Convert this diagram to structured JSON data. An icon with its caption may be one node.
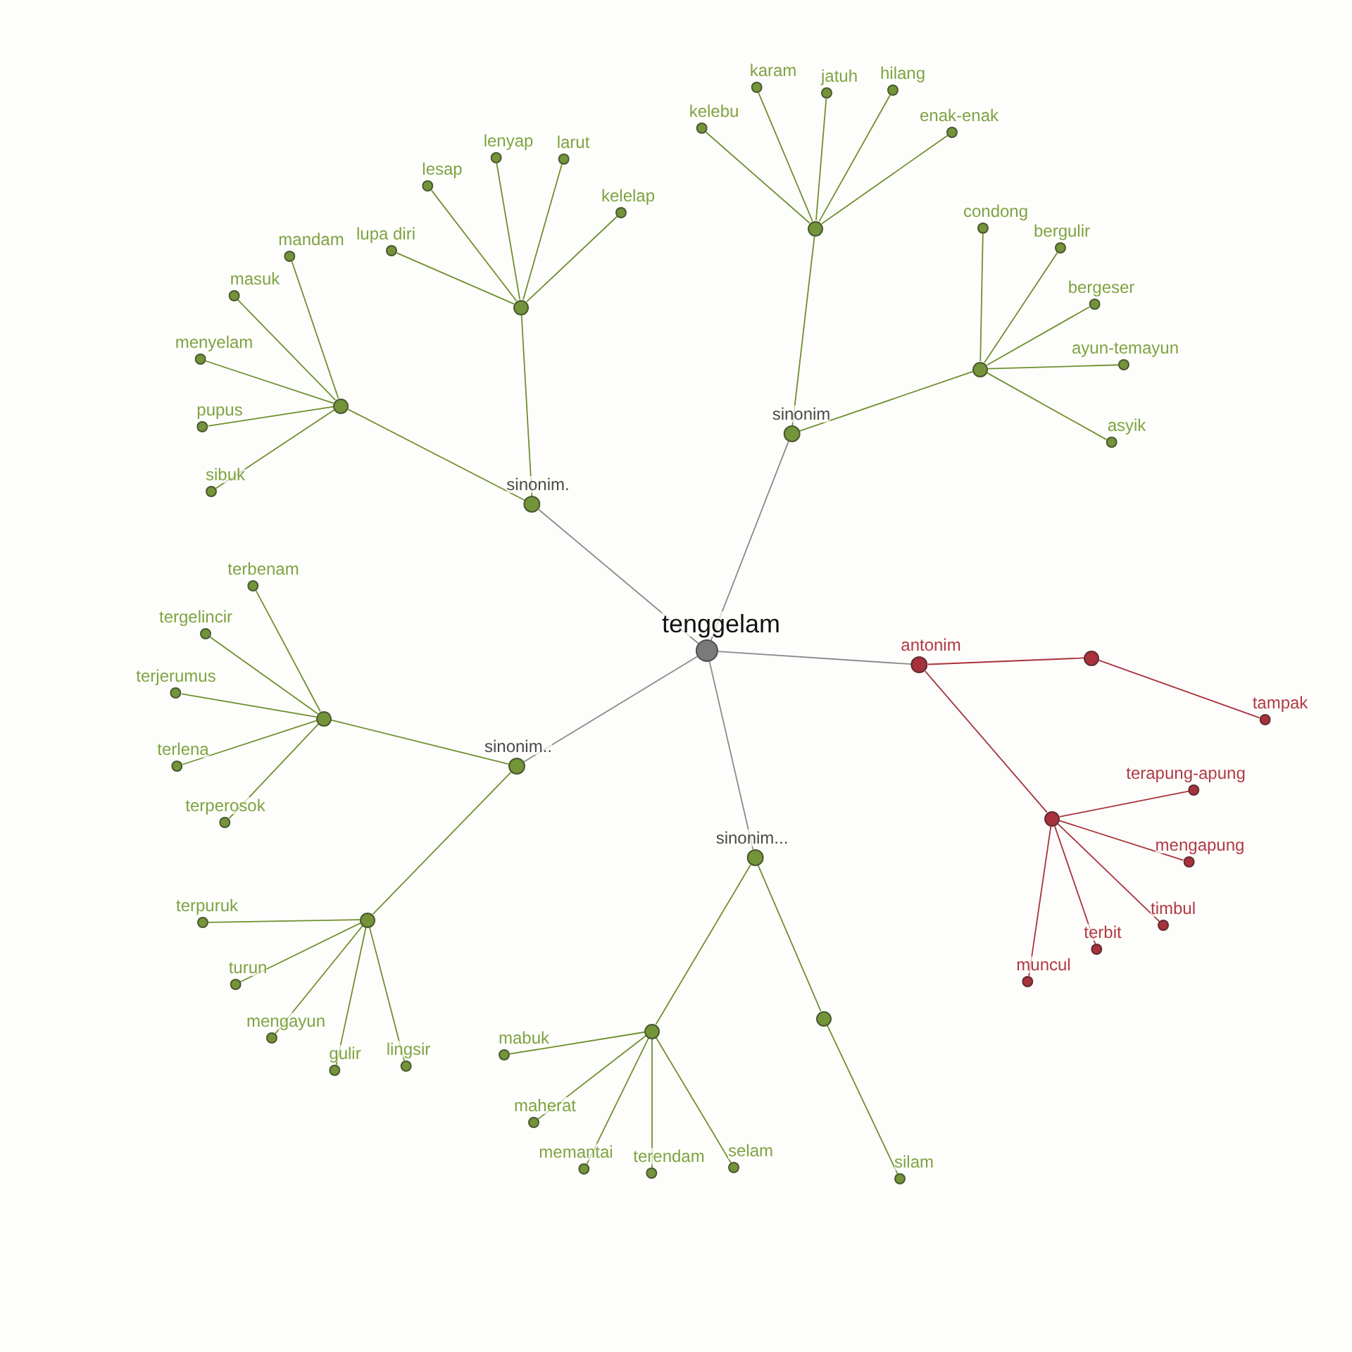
{
  "diagram": {
    "nodes": [
      {
        "text": [
          "tenggelam"
        ]
      },
      {
        "text": [
          "sinonim"
        ]
      },
      {
        "text": [],
        "shape": "circle"
      },
      {
        "text": [
          "kelebu"
        ]
      },
      {
        "text": [
          "karam"
        ]
      },
      {
        "text": [
          "jatuh"
        ]
      },
      {
        "text": [
          "hilang"
        ]
      },
      {
        "text": [
          "enak-enak"
        ]
      },
      {
        "text": [],
        "shape": "circle"
      },
      {
        "text": [
          "condong"
        ]
      },
      {
        "text": [
          "bergulir"
        ]
      },
      {
        "text": [
          "bergeser"
        ]
      },
      {
        "text": [
          "ayun-temayun"
        ]
      },
      {
        "text": [
          "asyik"
        ]
      },
      {
        "text": [
          "sinonim."
        ]
      },
      {
        "text": [],
        "shape": "circle"
      },
      {
        "text": [
          "lupa diri"
        ]
      },
      {
        "text": [
          "lesap"
        ]
      },
      {
        "text": [
          "lenyap"
        ]
      },
      {
        "text": [
          "larut"
        ]
      },
      {
        "text": [
          "kelelap"
        ]
      },
      {
        "text": [],
        "shape": "circle"
      },
      {
        "text": [
          "mandam"
        ]
      },
      {
        "text": [
          "masuk"
        ]
      },
      {
        "text": [
          "menyelam"
        ]
      },
      {
        "text": [
          "pupus"
        ]
      },
      {
        "text": [
          "sibuk"
        ]
      },
      {
        "text": [
          "sinonim.."
        ]
      },
      {
        "text": [],
        "shape": "circle"
      },
      {
        "text": [
          "terbenam"
        ]
      },
      {
        "text": [
          "tergelincir"
        ]
      },
      {
        "text": [
          "terjerumus"
        ]
      },
      {
        "text": [
          "terlena"
        ]
      },
      {
        "text": [
          "terperosok"
        ]
      },
      {
        "text": [],
        "shape": "circle"
      },
      {
        "text": [
          "terpuruk"
        ]
      },
      {
        "text": [
          "turun"
        ]
      },
      {
        "text": [
          "mengayun"
        ]
      },
      {
        "text": [
          "gulir"
        ]
      },
      {
        "text": [
          "lingsir"
        ]
      },
      {
        "text": [
          "sinonim..."
        ]
      },
      {
        "text": [],
        "shape": "circle"
      },
      {
        "text": [
          "mabuk"
        ]
      },
      {
        "text": [
          "maherat"
        ]
      },
      {
        "text": [
          "memantai"
        ]
      },
      {
        "text": [
          "terendam"
        ]
      },
      {
        "text": [
          "selam"
        ]
      },
      {
        "text": [],
        "shape": "circle"
      },
      {
        "text": [
          "silam"
        ]
      },
      {
        "text": [
          "antonim"
        ]
      },
      {
        "text": [],
        "shape": "circle"
      },
      {
        "text": [
          "tampak"
        ]
      },
      {
        "text": [],
        "shape": "circle"
      },
      {
        "text": [
          "terapung-apung"
        ]
      },
      {
        "text": [
          "mengapung"
        ]
      },
      {
        "text": [
          "timbul"
        ]
      },
      {
        "text": [
          "terbit"
        ]
      },
      {
        "text": [
          "muncul"
        ]
      }
    ],
    "edges": [
      {
        "from": 0,
        "to": 1,
        "arrow": "none",
        "color": "#8a8a8a"
      },
      {
        "from": 1,
        "to": 2,
        "arrow": "none"
      },
      {
        "from": 2,
        "to": 3,
        "arrow": "none"
      },
      {
        "from": 2,
        "to": 4,
        "arrow": "none"
      },
      {
        "from": 2,
        "to": 5,
        "arrow": "none"
      },
      {
        "from": 2,
        "to": 6,
        "arrow": "none"
      },
      {
        "from": 2,
        "to": 7,
        "arrow": "none"
      },
      {
        "from": 1,
        "to": 8,
        "arrow": "none"
      },
      {
        "from": 8,
        "to": 9,
        "arrow": "none"
      },
      {
        "from": 8,
        "to": 10,
        "arrow": "none"
      },
      {
        "from": 8,
        "to": 11,
        "arrow": "none"
      },
      {
        "from": 8,
        "to": 12,
        "arrow": "none"
      },
      {
        "from": 8,
        "to": 13,
        "arrow": "none"
      },
      {
        "from": 0,
        "to": 14,
        "arrow": "none",
        "color": "#8a8a8a"
      },
      {
        "from": 14,
        "to": 15,
        "arrow": "none"
      },
      {
        "from": 15,
        "to": 16,
        "arrow": "none"
      },
      {
        "from": 15,
        "to": 17,
        "arrow": "none"
      },
      {
        "from": 15,
        "to": 18,
        "arrow": "none"
      },
      {
        "from": 15,
        "to": 19,
        "arrow": "none"
      },
      {
        "from": 15,
        "to": 20,
        "arrow": "none"
      },
      {
        "from": 14,
        "to": 21,
        "arrow": "none"
      },
      {
        "from": 21,
        "to": 22,
        "arrow": "none"
      },
      {
        "from": 21,
        "to": 23,
        "arrow": "none"
      },
      {
        "from": 21,
        "to": 24,
        "arrow": "none"
      },
      {
        "from": 21,
        "to": 25,
        "arrow": "none"
      },
      {
        "from": 21,
        "to": 26,
        "arrow": "none"
      },
      {
        "from": 0,
        "to": 27,
        "arrow": "none",
        "color": "#8a8a8a"
      },
      {
        "from": 27,
        "to": 28,
        "arrow": "none"
      },
      {
        "from": 28,
        "to": 29,
        "arrow": "none"
      },
      {
        "from": 28,
        "to": 30,
        "arrow": "none"
      },
      {
        "from": 28,
        "to": 31,
        "arrow": "none"
      },
      {
        "from": 28,
        "to": 32,
        "arrow": "none"
      },
      {
        "from": 28,
        "to": 33,
        "arrow": "none"
      },
      {
        "from": 27,
        "to": 34,
        "arrow": "none"
      },
      {
        "from": 34,
        "to": 35,
        "arrow": "none"
      },
      {
        "from": 34,
        "to": 36,
        "arrow": "none"
      },
      {
        "from": 34,
        "to": 37,
        "arrow": "none"
      },
      {
        "from": 34,
        "to": 38,
        "arrow": "none"
      },
      {
        "from": 34,
        "to": 39,
        "arrow": "none"
      },
      {
        "from": 0,
        "to": 40,
        "arrow": "none",
        "color": "#8a8a8a"
      },
      {
        "from": 40,
        "to": 41,
        "arrow": "none"
      },
      {
        "from": 41,
        "to": 42,
        "arrow": "none"
      },
      {
        "from": 41,
        "to": 43,
        "arrow": "none"
      },
      {
        "from": 41,
        "to": 44,
        "arrow": "none"
      },
      {
        "from": 41,
        "to": 45,
        "arrow": "none"
      },
      {
        "from": 41,
        "to": 46,
        "arrow": "none"
      },
      {
        "from": 40,
        "to": 47,
        "arrow": "none"
      },
      {
        "from": 47,
        "to": 48,
        "arrow": "none"
      },
      {
        "from": 0,
        "to": 49,
        "arrow": "none",
        "color": "#8a8a8a"
      },
      {
        "from": 49,
        "to": 50,
        "arrow": "none",
        "color": "#a8323c"
      },
      {
        "from": 50,
        "to": 51,
        "arrow": "none",
        "color": "#a8323c"
      },
      {
        "from": 49,
        "to": 52,
        "arrow": "none",
        "color": "#a8323c"
      },
      {
        "from": 52,
        "to": 53,
        "arrow": "none",
        "color": "#a8323c"
      },
      {
        "from": 52,
        "to": 54,
        "arrow": "none",
        "color": "#a8323c"
      },
      {
        "from": 52,
        "to": 55,
        "arrow": "none",
        "color": "#a8323c"
      },
      {
        "from": 52,
        "to": 56,
        "arrow": "none",
        "color": "#a8323c"
      },
      {
        "from": 52,
        "to": 57,
        "arrow": "none",
        "color": "#a8323c"
      }
    ]
  }
}
